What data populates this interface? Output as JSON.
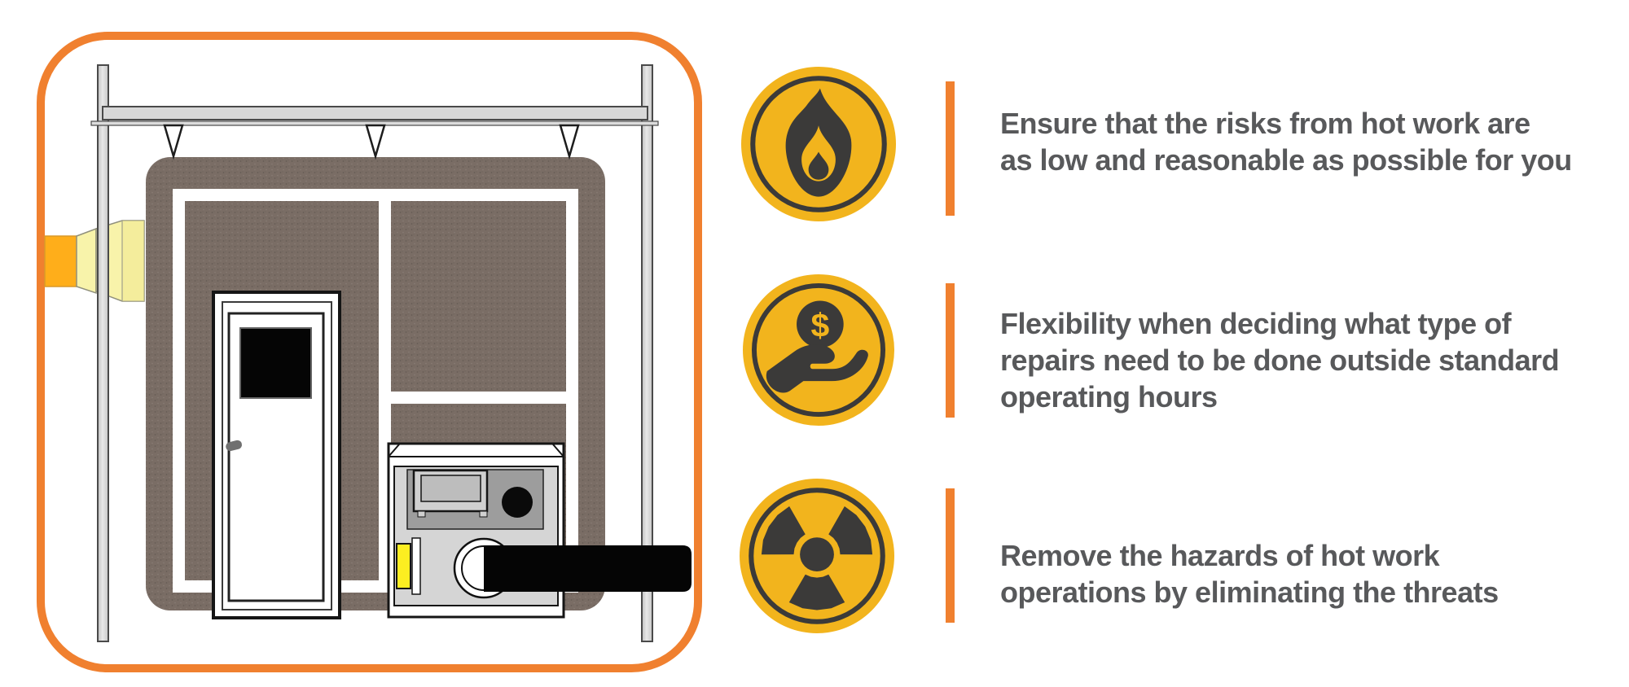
{
  "title": "Hot work enclosure benefits infographic",
  "colors": {
    "accent_orange": "#F0802F",
    "icon_yellow": "#F2B41D",
    "icon_dark": "#3B3A39",
    "text_gray": "#58595B",
    "blanket_taupe": "#7A6D65",
    "duct_amber": "#FFAE1A",
    "duct_pale_yellow": "#F8F3AA",
    "furnace_gray": "#D5D5D5",
    "furnace_panel_gray": "#9D9D9D",
    "valve_yellow": "#FCEE21"
  },
  "illustration": {
    "parts": [
      "enclosure-border",
      "support-post-left",
      "support-post-right",
      "ceiling-beam",
      "hanger-hooks",
      "insulation-blanket-panel",
      "white-frame",
      "door",
      "door-window",
      "door-handle",
      "furnace",
      "furnace-screen",
      "furnace-knob",
      "burner-flange",
      "exhaust-pipe",
      "fuel-duct"
    ]
  },
  "features": [
    {
      "icon": "flame-icon",
      "lines": [
        "Ensure that the risks from hot work are",
        "as low and reasonable as possible for you"
      ]
    },
    {
      "icon": "dollar-hand-icon",
      "lines": [
        "Flexibility when deciding what type of",
        "repairs need to be done outside standard",
        "operating hours"
      ]
    },
    {
      "icon": "radiation-icon",
      "lines": [
        "Remove the hazards of hot work",
        "operations by eliminating the threats"
      ]
    }
  ]
}
